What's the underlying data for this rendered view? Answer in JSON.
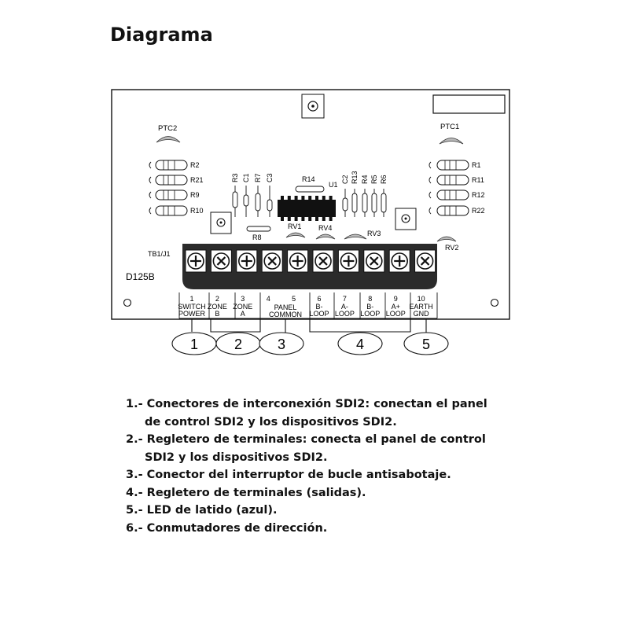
{
  "page": {
    "title": "Diagrama"
  },
  "board": {
    "model": "D125B",
    "terminal_block": "TB1/J1",
    "ptc_left": "PTC2",
    "ptc_right": "PTC1",
    "resistors_left": [
      "R2",
      "R21",
      "R9",
      "R10"
    ],
    "resistors_right": [
      "R1",
      "R11",
      "R12",
      "R22"
    ],
    "component_labels": {
      "r3": "R3",
      "c1": "C1",
      "r7": "R7",
      "c3": "C3",
      "r14": "R14",
      "u1": "U1",
      "c2": "C2",
      "r13": "R13",
      "r4": "R4",
      "r5": "R5",
      "r6": "R6",
      "r8": "R8",
      "rv1": "RV1",
      "rv4": "RV4",
      "rv3": "RV3",
      "rv2": "RV2"
    },
    "terminals": [
      {
        "num": "1",
        "line1": "SWITCH",
        "line2": "POWER"
      },
      {
        "num": "2",
        "line1": "ZONE",
        "line2": "B"
      },
      {
        "num": "3",
        "line1": "ZONE",
        "line2": "A"
      },
      {
        "num": "4",
        "line1": "",
        "line2": ""
      },
      {
        "num": "5",
        "line1": "",
        "line2": ""
      },
      {
        "num": "6",
        "line1": "B-",
        "line2": "LOOP"
      },
      {
        "num": "7",
        "line1": "A-",
        "line2": "LOOP"
      },
      {
        "num": "8",
        "line1": "B-",
        "line2": "LOOP"
      },
      {
        "num": "9",
        "line1": "A+",
        "line2": "LOOP"
      },
      {
        "num": "10",
        "line1": "EARTH",
        "line2": "GND"
      }
    ],
    "panel_common": {
      "line1": "PANEL",
      "line2": "COMMON"
    },
    "callouts": [
      "1",
      "2",
      "3",
      "4",
      "5"
    ]
  },
  "notes": [
    {
      "line": "1.- Conectores de interconexión SDI2: conectan el panel",
      "cont": "de control SDI2 y los dispositivos SDI2."
    },
    {
      "line": "2.- Regletero de terminales: conecta el panel de control",
      "cont": "SDI2 y los dispositivos SDI2."
    },
    {
      "line": "3.- Conector del interruptor de bucle antisabotaje.",
      "cont": ""
    },
    {
      "line": "4.- Regletero de terminales (salidas).",
      "cont": ""
    },
    {
      "line": "5.- LED de latido (azul).",
      "cont": ""
    },
    {
      "line": "6.- Conmutadores de dirección.",
      "cont": ""
    }
  ]
}
